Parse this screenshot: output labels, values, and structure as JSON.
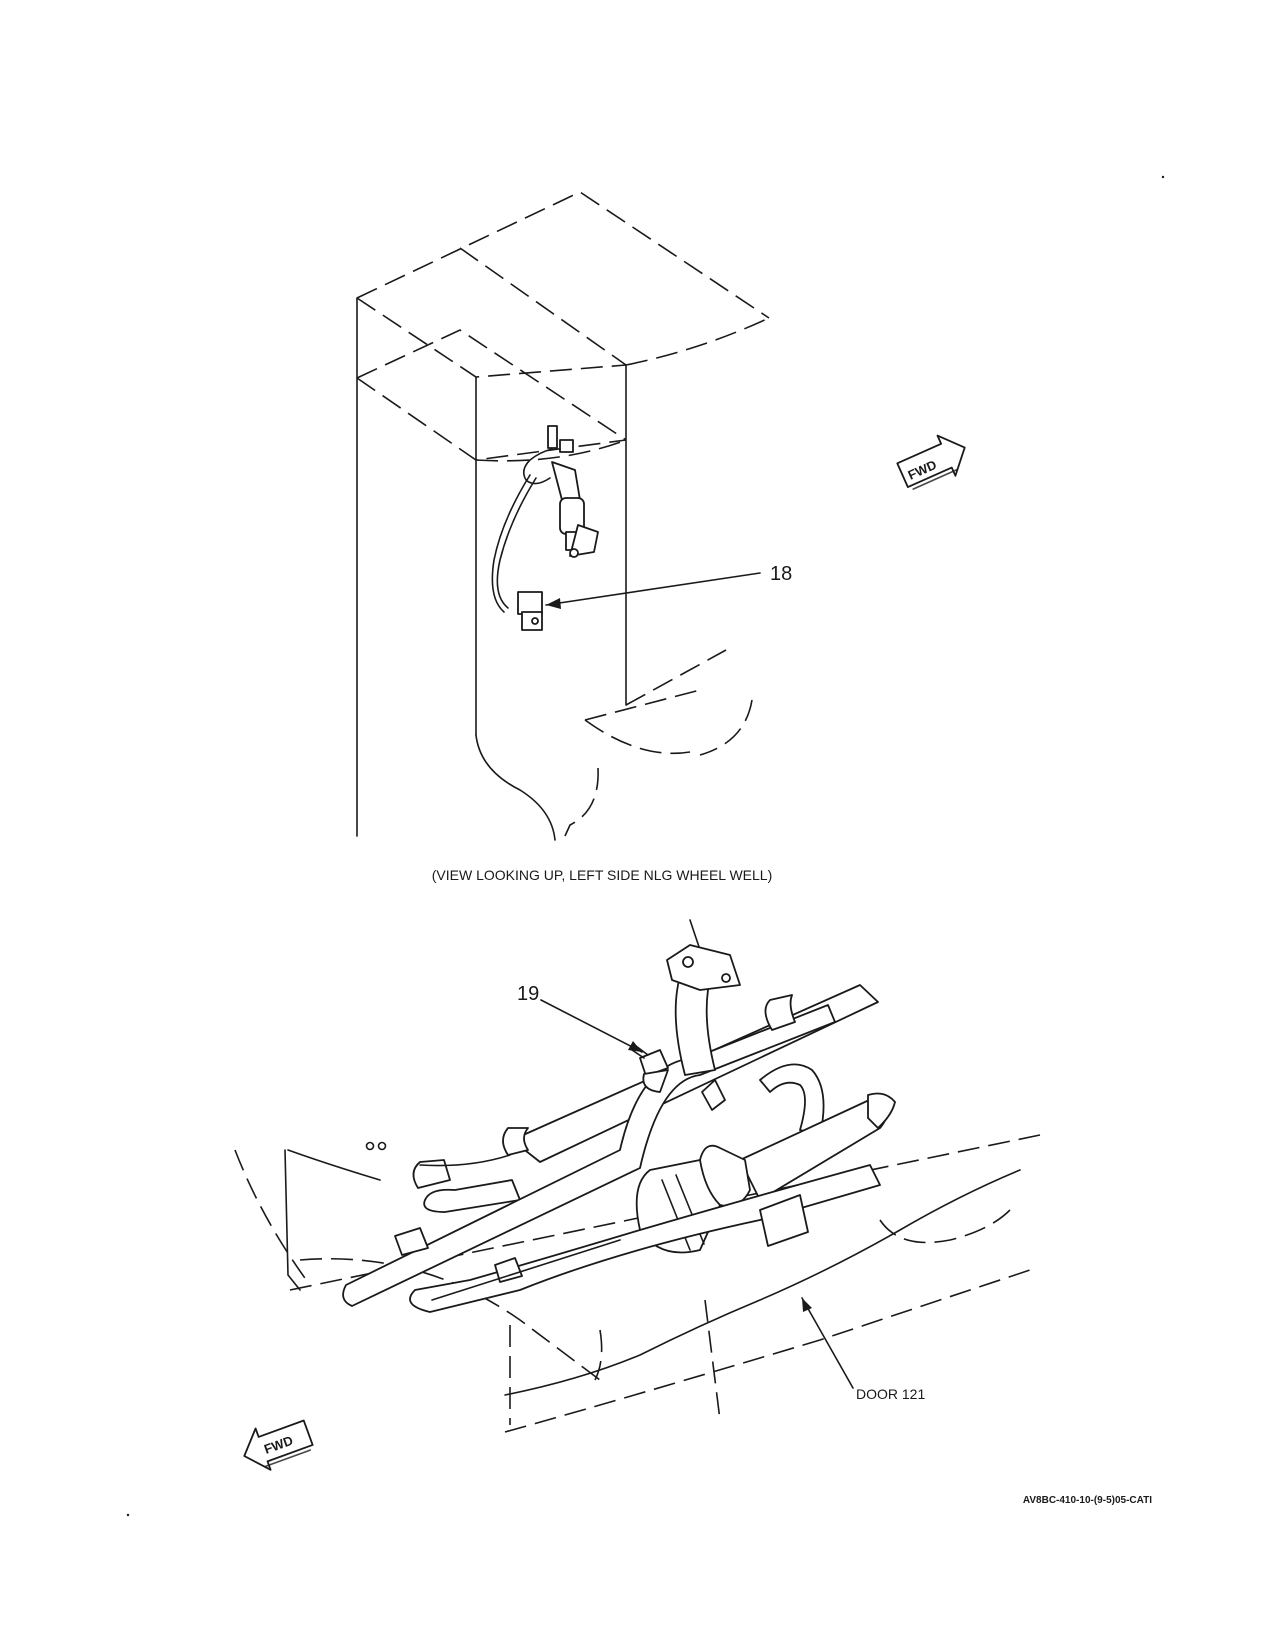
{
  "figure": {
    "top_view": {
      "caption": "(VIEW LOOKING UP, LEFT SIDE NLG WHEEL WELL)",
      "callout": "18",
      "fwd_label": "FWD"
    },
    "bottom_view": {
      "callout": "19",
      "door_label": "DOOR 121",
      "fwd_label": "FWD"
    },
    "figure_id": "AV8BC-410-10-(9-5)05-CATI"
  }
}
